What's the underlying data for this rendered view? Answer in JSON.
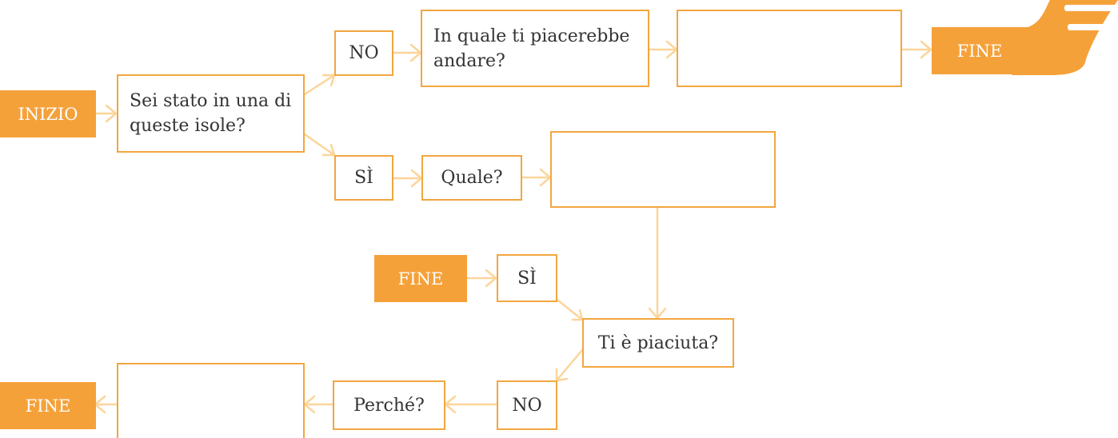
{
  "colors": {
    "box_border": "#f2a640",
    "arrow": "#fbd59a",
    "terminal_fill": "#f5a13a",
    "terminal_text": "#ffffff",
    "box_text": "#333333"
  },
  "terminals": {
    "start": "INIZIO",
    "end_top": "FINE",
    "end_middle": "FINE",
    "end_bottom": "FINE"
  },
  "boxes": {
    "question_visited": "Sei stato in una di queste isole?",
    "answer_no_top": "NO",
    "question_which_would_like": "In quale ti piacerebbe andare?",
    "blank_top": "",
    "answer_yes_top": "SÌ",
    "question_which": "Quale?",
    "blank_middle": "",
    "answer_yes_bottom": "SÌ",
    "question_liked": "Ti è piaciuta?",
    "answer_no_bottom": "NO",
    "question_why": "Perché?",
    "blank_bottom": ""
  },
  "icons": {
    "plug": "plug-icon",
    "arrow": "arrow-icon"
  }
}
